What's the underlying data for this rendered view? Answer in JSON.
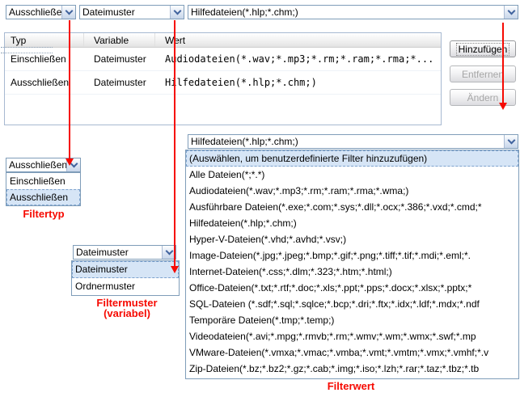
{
  "colors": {
    "annotation_red": "#f60a02",
    "combo_border": "#7f9db9",
    "selection_bg": "#d6e5f6"
  },
  "toolbar": {
    "type_combo_value": "Ausschließen",
    "pattern_combo_value": "Dateimuster",
    "value_combo_value": "Hilfedateien(*.hlp;*.chm;)"
  },
  "table": {
    "columns": [
      "Typ",
      "Variable",
      "Wert"
    ],
    "rows": [
      {
        "typ": "Einschließen",
        "variable": "Dateimuster",
        "wert": "Audiodateien(*.wav;*.mp3;*.rm;*.ram;*.rma;*..."
      },
      {
        "typ": "Ausschließen",
        "variable": "Dateimuster",
        "wert": "Hilfedateien(*.hlp;*.chm;)"
      }
    ]
  },
  "buttons": [
    {
      "label": "Hinzufügen"
    },
    {
      "label": "Entfernen"
    },
    {
      "label": "Ändern"
    }
  ],
  "filtertyp": {
    "value": "Ausschließen",
    "options": [
      "Einschließen",
      "Ausschließen"
    ],
    "label": "Filtertyp"
  },
  "filtermuster": {
    "value": "Dateimuster",
    "options": [
      "Dateimuster",
      "Ordnermuster"
    ],
    "label_line1": "Filtermuster",
    "label_line2": "(variabel)"
  },
  "filterwert": {
    "value": "Hilfedateien(*.hlp;*.chm;)",
    "options": [
      "(Auswählen, um benutzerdefinierte Filter hinzuzufügen)",
      "Alle Dateien(*;*.*)",
      "Audiodateien(*.wav;*.mp3;*.rm;*.ram;*.rma;*.wma;)",
      "Ausführbare Dateien(*.exe;*.com;*.sys;*.dll;*.ocx;*.386;*.vxd;*.cmd;*",
      "Hilfedateien(*.hlp;*.chm;)",
      "Hyper-V-Dateien(*.vhd;*.avhd;*.vsv;)",
      "Image-Dateien(*.jpg;*.jpeg;*.bmp;*.gif;*.png;*.tiff;*.tif;*.mdi;*.eml;*.",
      "Internet-Dateien(*.css;*.dlm;*.323;*.htm;*.html;)",
      "Office-Dateien(*.txt;*.rtf;*.doc;*.xls;*.ppt;*.pps;*.docx;*.xlsx;*.pptx;*",
      "SQL-Dateien (*.sdf;*.sql;*.sqlce;*.bcp;*.dri;*.ftx;*.idx;*.ldf;*.mdx;*.ndf",
      "Temporäre Dateien(*.tmp;*.temp;)",
      "Videodateien(*.avi;*.mpg;*.rmvb;*.rm;*.wmv;*.wm;*.wmx;*.swf;*.mp",
      "VMware-Dateien(*.vmxa;*.vmac;*.vmba;*.vmt;*.vmtm;*.vmx;*.vmhf;*.v",
      "Zip-Dateien(*.bz;*.bz2;*.gz;*.cab;*.img;*.iso;*.lzh;*.rar;*.taz;*.tbz;*.tb"
    ],
    "label": "Filterwert"
  }
}
